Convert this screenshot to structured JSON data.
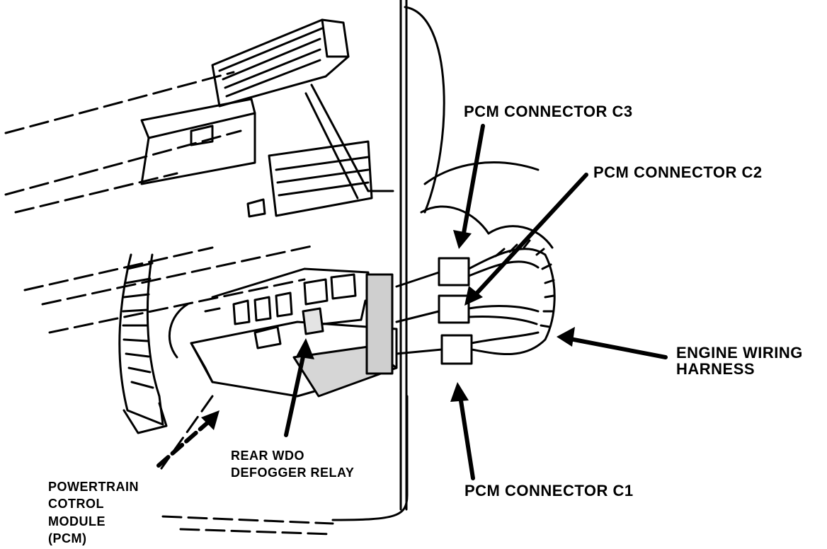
{
  "diagram": {
    "line_color": "#000000",
    "background": "#ffffff",
    "labels": {
      "pcm_connector_c3": "PCM CONNECTOR C3",
      "pcm_connector_c2": "PCM CONNECTOR C2",
      "pcm_connector_c1": "PCM CONNECTOR C1",
      "engine_wiring_harness": [
        "ENGINE WIRING",
        "HARNESS"
      ],
      "rear_wdo_defogger_relay": [
        "REAR WDO",
        "DEFOGGER RELAY"
      ],
      "powertrain_control_module": [
        "POWERTRAIN",
        "COTROL",
        "MODULE",
        "(PCM)"
      ]
    }
  }
}
